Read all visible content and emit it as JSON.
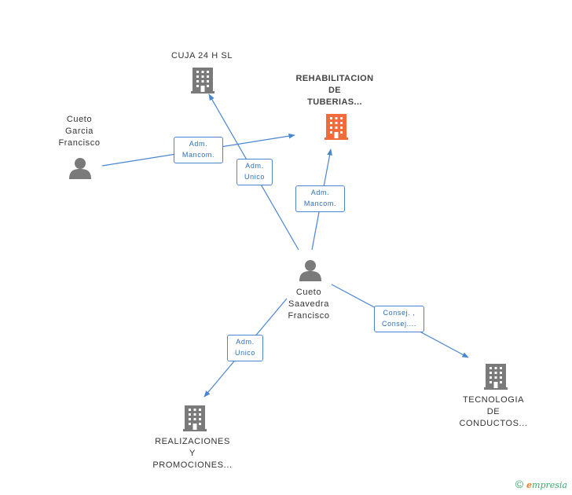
{
  "colors": {
    "edge": "#4a86d0",
    "company": "#7a7a7a",
    "company_focus": "#f26b3a",
    "person": "#7a7a7a",
    "footer_brand": "#3aa86f"
  },
  "nodes": {
    "cuja": {
      "lines": [
        "CUJA 24 H SL"
      ],
      "icon": "building-icon"
    },
    "rehabilitacion": {
      "lines": [
        "REHABILITACION",
        "DE",
        "TUBERIAS..."
      ],
      "icon": "building-icon"
    },
    "cueto_garcia": {
      "lines": [
        "Cueto",
        "Garcia",
        "Francisco"
      ],
      "icon": "person-icon"
    },
    "cueto_saavedra": {
      "lines": [
        "Cueto",
        "Saavedra",
        "Francisco"
      ],
      "icon": "person-icon"
    },
    "tecnologia": {
      "lines": [
        "TECNOLOGIA",
        "DE",
        "CONDUCTOS..."
      ],
      "icon": "building-icon"
    },
    "realizaciones": {
      "lines": [
        "REALIZACIONES",
        "Y",
        "PROMOCIONES..."
      ],
      "icon": "building-icon"
    }
  },
  "edge_labels": {
    "garcia_rehab": [
      "Adm.",
      "Mancom."
    ],
    "saavedra_cuja": [
      "Adm.",
      "Unico"
    ],
    "saavedra_rehab": [
      "Adm.",
      "Mancom."
    ],
    "saavedra_tecno": [
      "Consej. ,",
      "Consej...."
    ],
    "saavedra_realiz": [
      "Adm.",
      "Unico"
    ]
  },
  "footer": {
    "copyright": "©",
    "brand_initial": "e",
    "brand_rest": "mpresia"
  }
}
